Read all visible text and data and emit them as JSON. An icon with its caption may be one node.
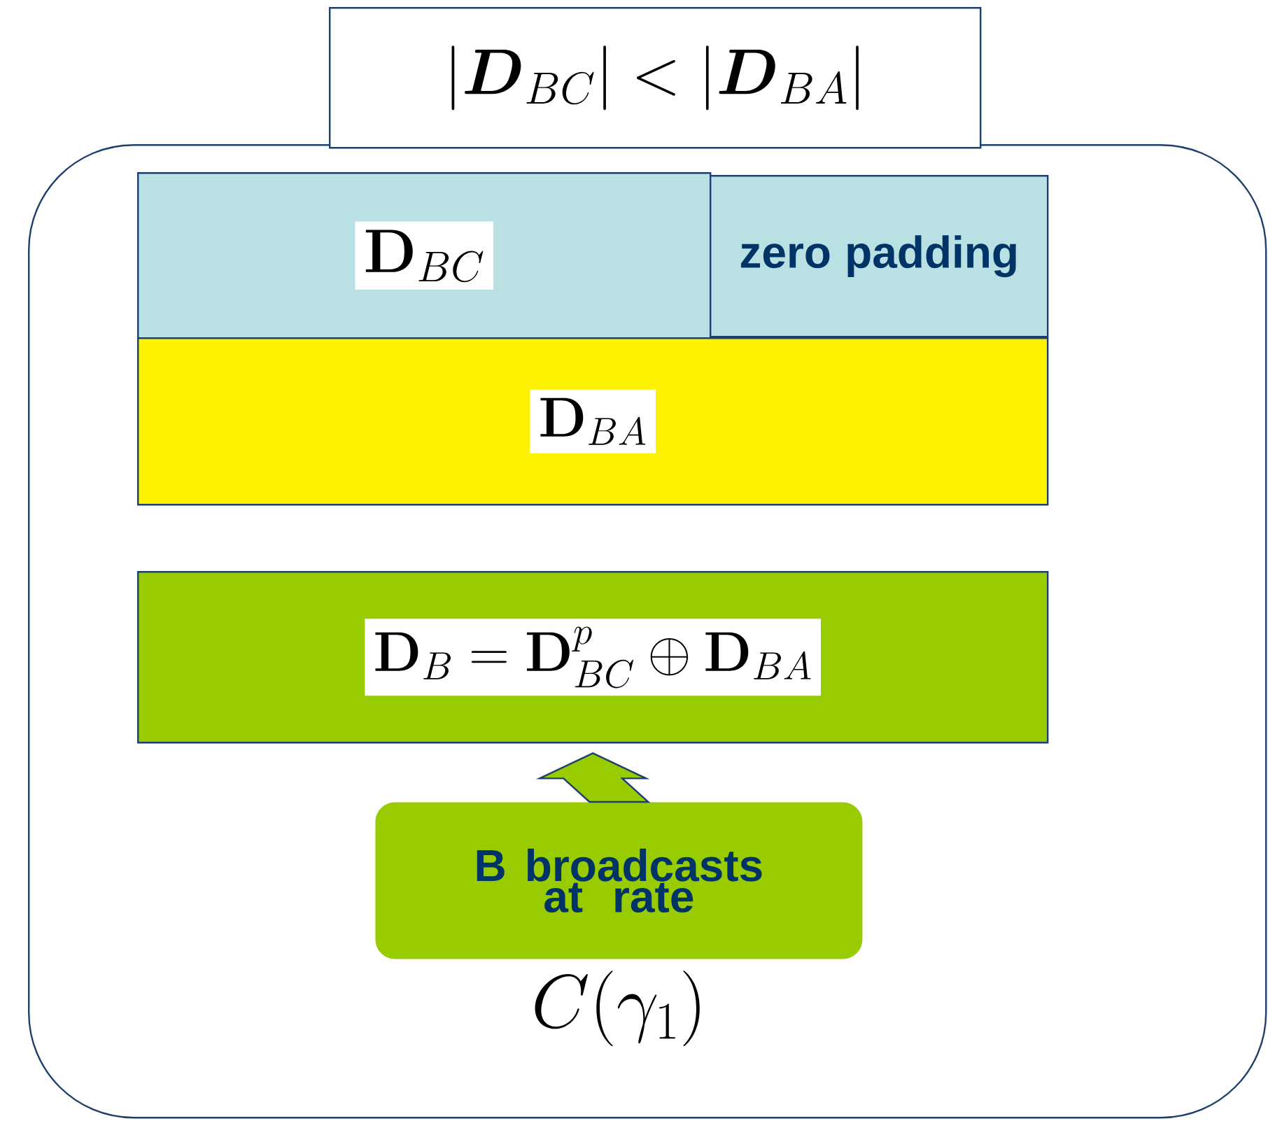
{
  "diagram": {
    "nodes": [
      {
        "text": [],
        "shape": "box"
      },
      {
        "text": [
          "|\\boldsymbol{D}_{BC}| < |\\boldsymbol{D}_{BA}|"
        ]
      },
      {
        "text": [
          "\\mathbf{D}_{BC}"
        ],
        "in": 0
      },
      {
        "text": [
          "zero padding"
        ],
        "in": 0
      },
      {
        "text": [
          "\\mathbf{D}_{BA}"
        ],
        "in": 0
      },
      {
        "text": [
          "\\mathbf{D}_{B} = \\mathbf{D}^{p}_{BC} \\oplus \\mathbf{D}_{BA}"
        ],
        "in": 0
      },
      {
        "text": [
          "B broadcasts at rate"
        ],
        "beside": [
          "C(\\gamma_1)"
        ],
        "in": 0
      }
    ],
    "edges": [
      {
        "from": 6,
        "to": 5,
        "arrow": "to"
      }
    ]
  }
}
